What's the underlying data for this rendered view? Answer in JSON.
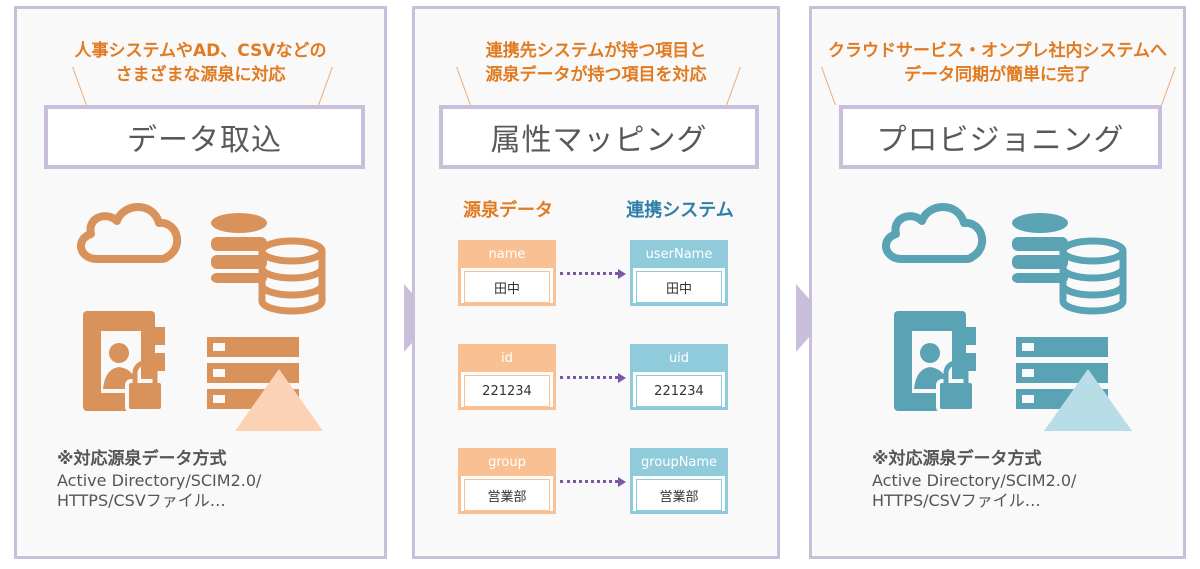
{
  "colors": {
    "orange": "#e07b22",
    "orange_light": "#f9c193",
    "orange_icon": "#d9925a",
    "blue": "#2e7fa8",
    "blue_light": "#90cbdc",
    "blue_icon": "#5aa3b4",
    "purple": "#c9bfdb",
    "arrow_dots": "#7b58a6"
  },
  "panels": [
    {
      "caption_lines": [
        "人事システムやAD、CSVなどの",
        "さまざまな源泉に対応"
      ],
      "title": "データ取込",
      "icons": [
        "cloud-icon",
        "database-icon",
        "address-book-lock-icon",
        "server-stack-icon"
      ],
      "note_head": "※対応源泉データ方式",
      "note_lines": [
        "Active Directory/SCIM2.0/",
        "HTTPS/CSVファイル…"
      ]
    },
    {
      "caption_lines": [
        "連携先システムが持つ項目と",
        "源泉データが持つ項目を対応"
      ],
      "title": "属性マッピング",
      "source_heading": "源泉データ",
      "target_heading": "連携システム",
      "mappings": [
        {
          "source_label": "name",
          "source_value": "田中",
          "target_label": "userName",
          "target_value": "田中"
        },
        {
          "source_label": "id",
          "source_value": "221234",
          "target_label": "uid",
          "target_value": "221234"
        },
        {
          "source_label": "group",
          "source_value": "営業部",
          "target_label": "groupName",
          "target_value": "営業部"
        }
      ]
    },
    {
      "caption_lines": [
        "クラウドサービス・オンプレ社内システムへ",
        "データ同期が簡単に完了"
      ],
      "title": "プロビジョニング",
      "icons": [
        "cloud-icon",
        "database-icon",
        "address-book-lock-icon",
        "server-stack-icon"
      ],
      "note_head": "※対応源泉データ方式",
      "note_lines": [
        "Active Directory/SCIM2.0/",
        "HTTPS/CSVファイル…"
      ]
    }
  ]
}
